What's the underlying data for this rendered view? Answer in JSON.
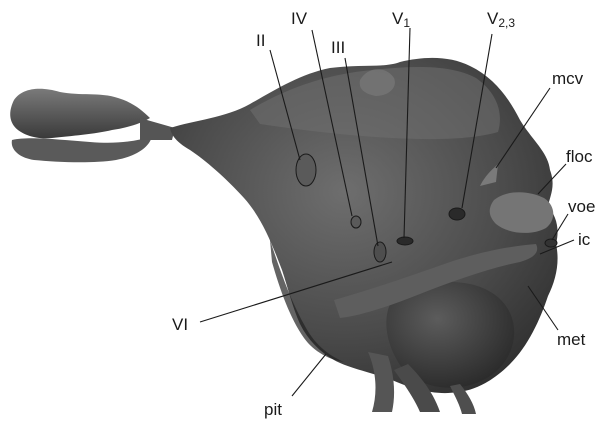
{
  "labels": {
    "II": "II",
    "IV": "IV",
    "III": "III",
    "V1_main": "V",
    "V1_sub": "1",
    "V23_main": "V",
    "V23_sub": "2,3",
    "mcv": "mcv",
    "floc": "floc",
    "voe": "voe",
    "ic": "ic",
    "VI": "VI",
    "met": "met",
    "pit": "pit"
  },
  "colors": {
    "background": "#ffffff",
    "model_base": "#4a4a4a",
    "model_light": "#6b6b6b",
    "model_dark": "#2c2c2c",
    "label": "#1a1a1a"
  }
}
